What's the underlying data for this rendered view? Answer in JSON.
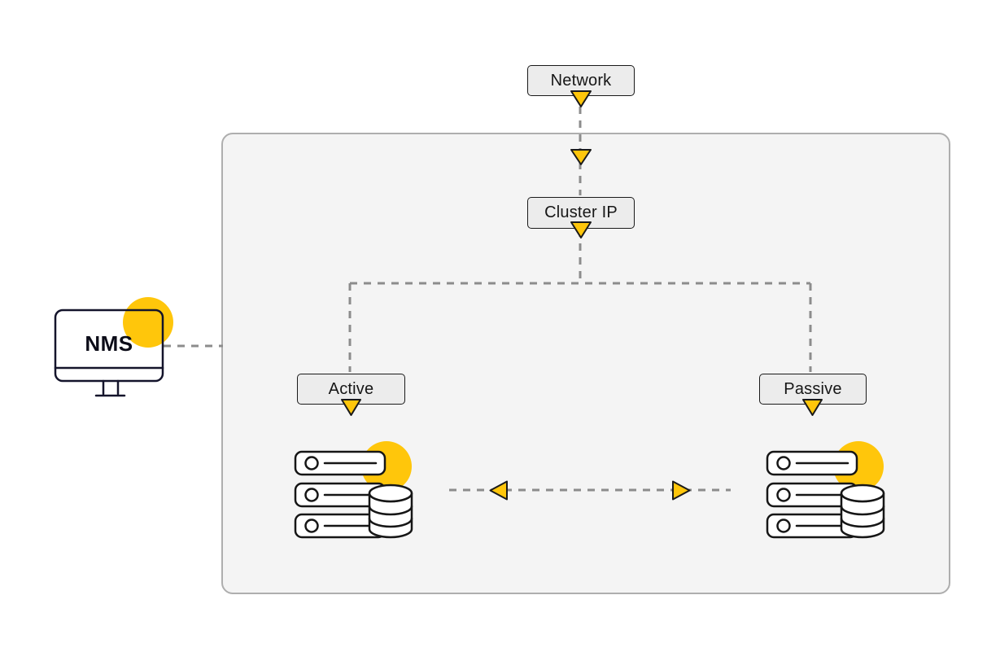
{
  "nodes": {
    "network": {
      "label": "Network"
    },
    "cluster_ip": {
      "label": "Cluster IP"
    },
    "active": {
      "label": "Active"
    },
    "passive": {
      "label": "Passive"
    },
    "nms": {
      "label": "NMS"
    }
  },
  "colors": {
    "accent_yellow": "#FFC60B",
    "node_fill": "#ececec",
    "node_border": "#1a1a1a",
    "container_fill": "#f4f4f4",
    "container_border": "#aeaeae",
    "connector_gray": "#8c8c8c",
    "icon_stroke": "#161616"
  },
  "icons": {
    "nms_device": "monitor-icon",
    "active_node": "server-database-icon",
    "passive_node": "server-database-icon",
    "flow_marker": "triangle-arrow-icon"
  }
}
